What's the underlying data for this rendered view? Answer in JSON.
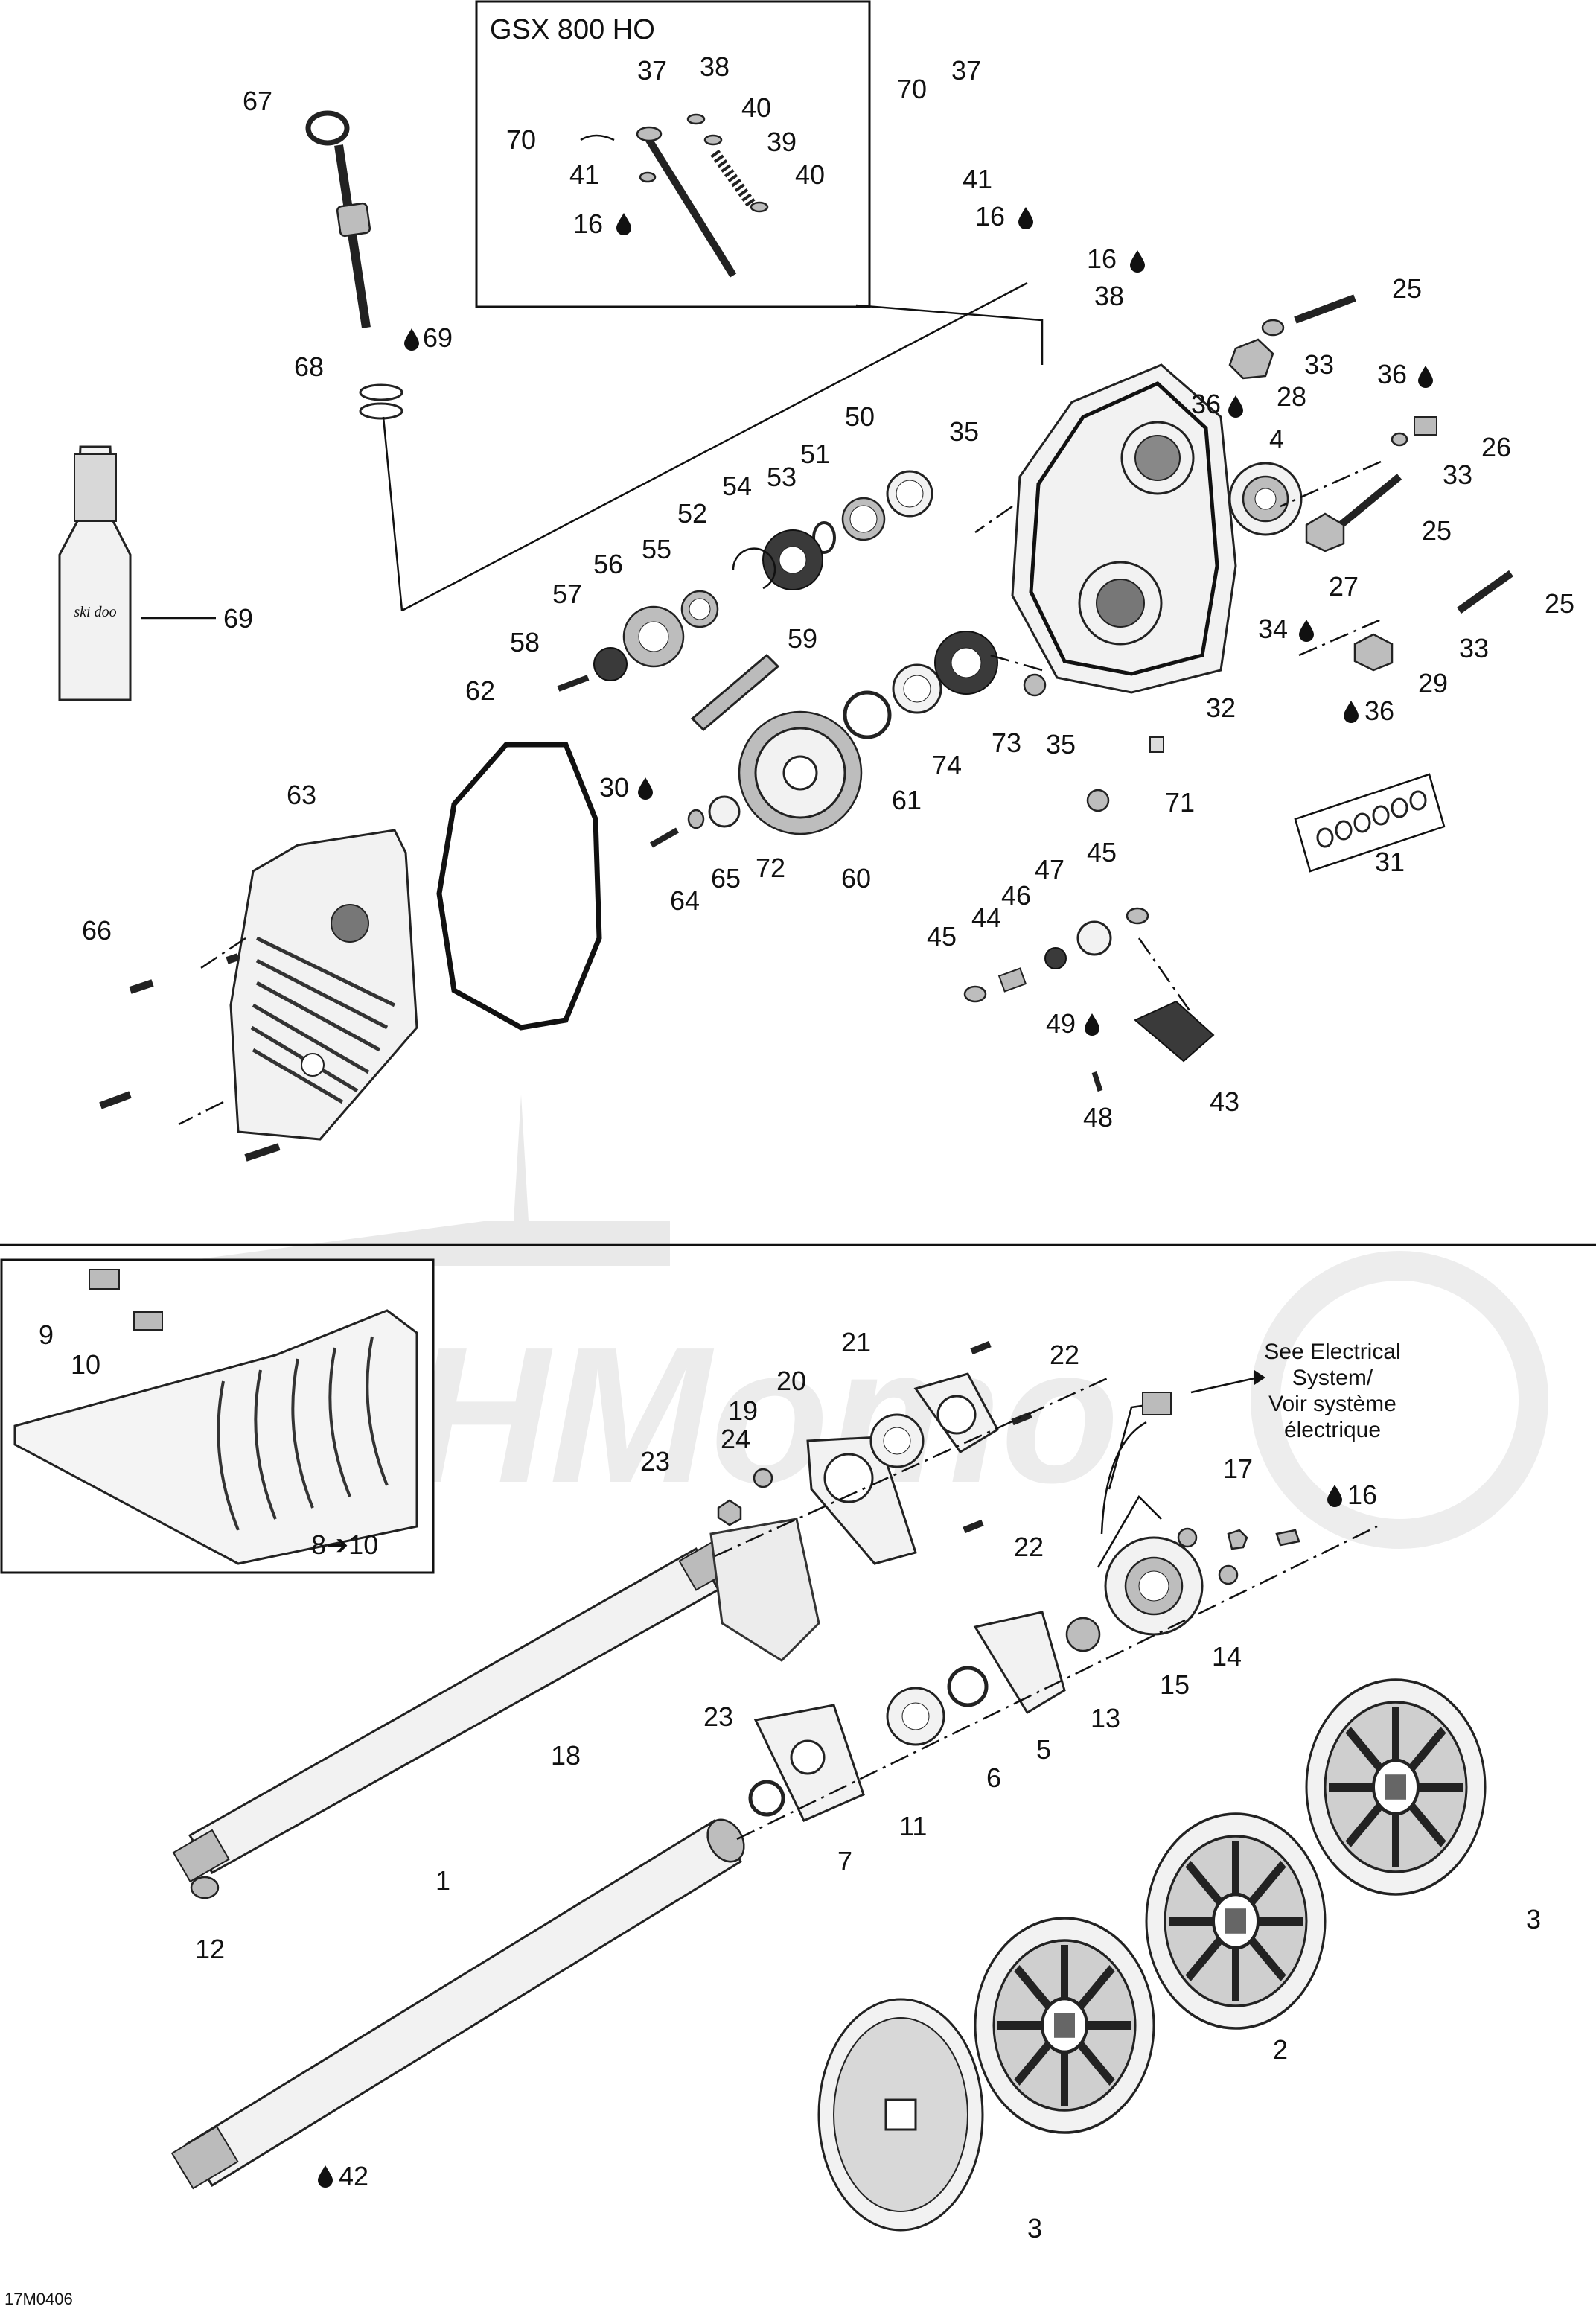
{
  "inset_title": "GSX 800 HO",
  "electrical_note": [
    "See Electrical",
    "System/",
    "Voir système",
    "électrique"
  ],
  "drawing_code": "17M0406",
  "oil_bottle_brand": "ski doo",
  "callouts": {
    "c67": "67",
    "c70a": "70",
    "c41a": "41",
    "c16a": "16",
    "c37a": "37",
    "c38a": "38",
    "c40a": "40",
    "c39": "39",
    "c40b": "40",
    "c70b": "70",
    "c37b": "37",
    "c41b": "41",
    "c16b": "16",
    "c16c": "16",
    "c38b": "38",
    "c68": "68",
    "c69a": "69",
    "c69b": "69",
    "c25a": "25",
    "c33a": "33",
    "c28": "28",
    "c36a": "36",
    "c36b": "36",
    "c26": "26",
    "c33b": "33",
    "c25b": "25",
    "c4": "4",
    "c27": "27",
    "c25c": "25",
    "c34": "34",
    "c33c": "33",
    "c29": "29",
    "c36c": "36",
    "c32": "32",
    "c31": "31",
    "c71": "71",
    "c50": "50",
    "c51": "51",
    "c35a": "35",
    "c53": "53",
    "c54": "54",
    "c52": "52",
    "c56": "56",
    "c55": "55",
    "c57": "57",
    "c58": "58",
    "c59": "59",
    "c73": "73",
    "c35b": "35",
    "c74": "74",
    "c61": "61",
    "c62": "62",
    "c30": "30",
    "c63": "63",
    "c64": "64",
    "c65": "65",
    "c72": "72",
    "c60": "60",
    "c66": "66",
    "c47": "47",
    "c45a": "45",
    "c46": "46",
    "c44": "44",
    "c45b": "45",
    "c49": "49",
    "c48": "48",
    "c43": "43",
    "c9": "9",
    "c10": "10",
    "c8to10": "8➔10",
    "c21": "21",
    "c22a": "22",
    "c20": "20",
    "c19": "19",
    "c24": "24",
    "c23a": "23",
    "c22b": "22",
    "c23b": "23",
    "c18": "18",
    "c12": "12",
    "c17": "17",
    "c16d": "16",
    "c14": "14",
    "c15": "15",
    "c13": "13",
    "c5": "5",
    "c6": "6",
    "c11": "11",
    "c7": "7",
    "c1": "1",
    "c42": "42",
    "c2": "2",
    "c3a": "3",
    "c3b": "3"
  }
}
